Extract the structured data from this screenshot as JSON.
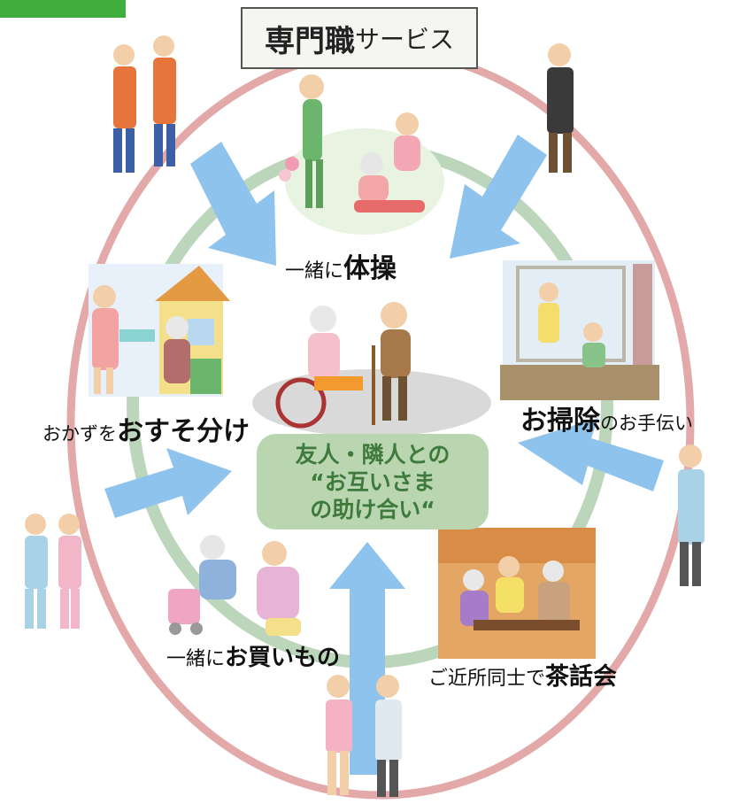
{
  "title": {
    "bold": "専門職",
    "normal": "サービス"
  },
  "center": {
    "line1": "友人・隣人との",
    "line2": "“お互いさま",
    "line3": "の助け合い“"
  },
  "activities": {
    "exercise": {
      "normal": "一緒に",
      "bold": "体操"
    },
    "share": {
      "normal": "おかずを",
      "bold": "おすそ分け"
    },
    "clean": {
      "bold": "お掃除",
      "normal": "のお手伝い"
    },
    "shop": {
      "normal": "一緒に",
      "bold": "お買いもの"
    },
    "tea": {
      "normal": "ご近所同士で",
      "bold": "茶話会"
    }
  },
  "colors": {
    "outer_ring": "#e3a8a8",
    "inner_ring": "#bcd6bc",
    "arrow": "#8ec3ee",
    "center_box": "#b9d6b1",
    "center_text": "#3f7a3d",
    "tag": "#3fae3c"
  }
}
